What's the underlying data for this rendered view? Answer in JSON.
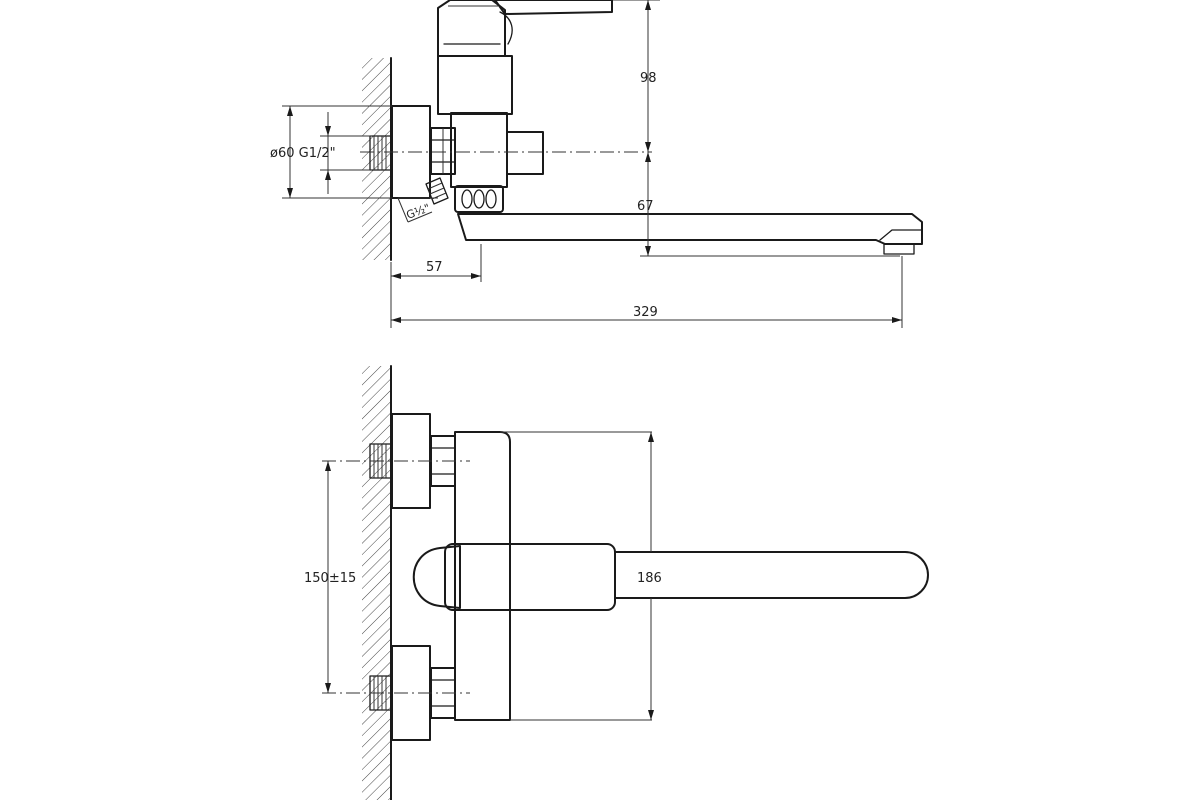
{
  "dimensions": {
    "d98": "98",
    "d67": "67",
    "d57": "57",
    "d329": "329",
    "d_inlet": "ø60  G1/2\"",
    "d_g12": "G½\"",
    "d150": "150±15",
    "d186": "186"
  },
  "colors": {
    "line": "#1a1a1a",
    "background": "#ffffff"
  }
}
